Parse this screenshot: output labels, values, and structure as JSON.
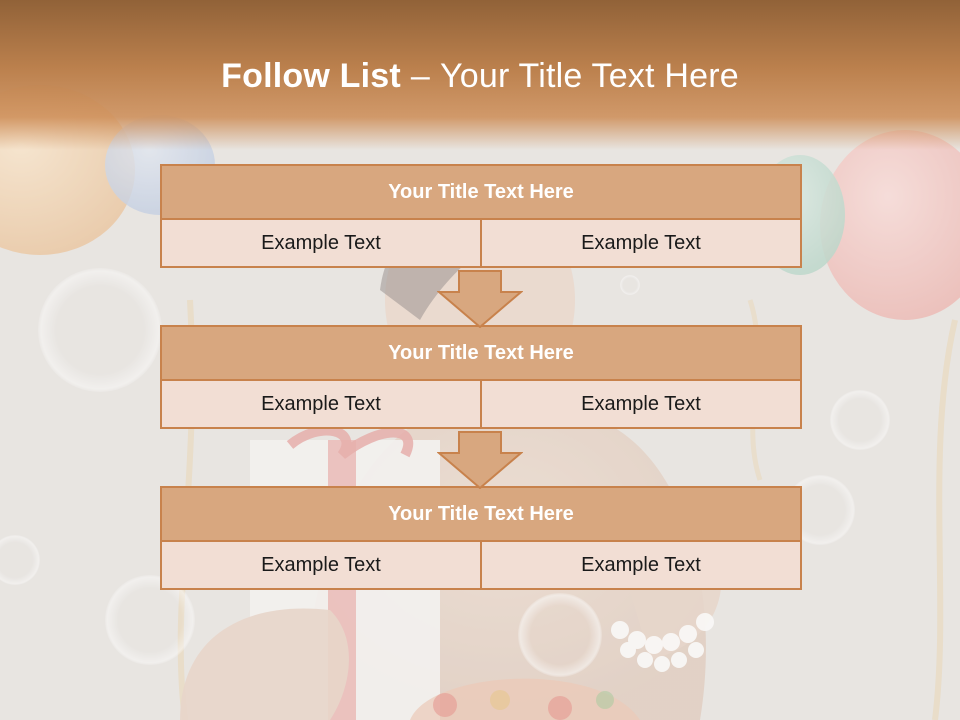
{
  "slide": {
    "title_bold": "Follow List",
    "title_sep": "–",
    "title_rest": "Your Title Text Here"
  },
  "blocks": [
    {
      "title": "Your Title Text Here",
      "left": "Example Text",
      "right": "Example Text"
    },
    {
      "title": "Your Title Text Here",
      "left": "Example Text",
      "right": "Example Text"
    },
    {
      "title": "Your Title Text Here",
      "left": "Example Text",
      "right": "Example Text"
    }
  ],
  "colors": {
    "header_fill": "#d8a77f",
    "cell_fill": "#f2ded4",
    "border": "#c8824c",
    "title_band": "#c07f4a"
  }
}
